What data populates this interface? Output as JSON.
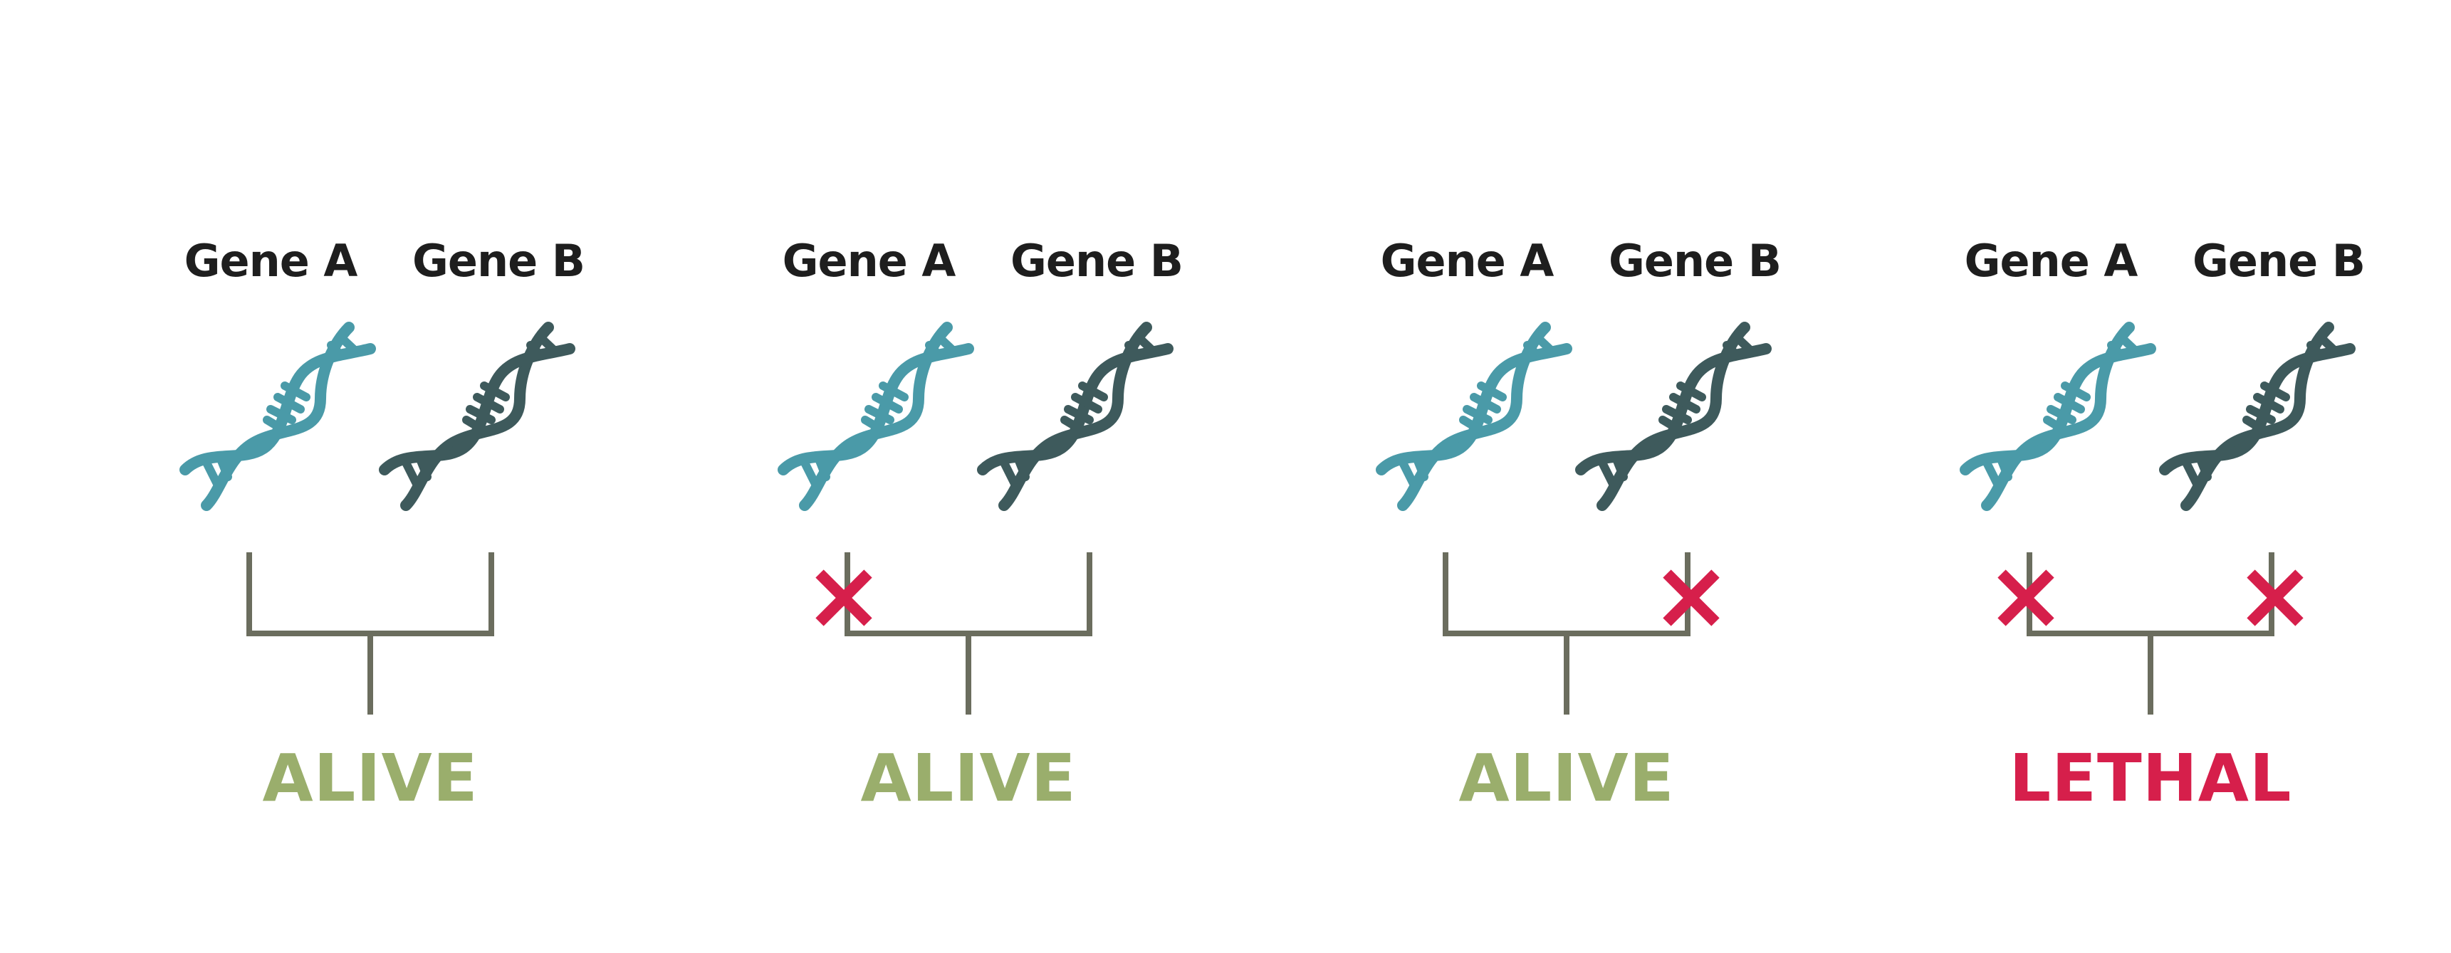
{
  "colors": {
    "gene_a": "#4a9aa8",
    "gene_b": "#3e5a5c",
    "bracket": "#6b6d5e",
    "knockout": "#d61f4b",
    "alive": "#9aae6c",
    "lethal": "#d61f4b"
  },
  "panels": [
    {
      "gene_a_label": "Gene A",
      "gene_b_label": "Gene B",
      "knockout_a": false,
      "knockout_b": false,
      "outcome": "ALIVE",
      "outcome_type": "alive"
    },
    {
      "gene_a_label": "Gene A",
      "gene_b_label": "Gene B",
      "knockout_a": true,
      "knockout_b": false,
      "outcome": "ALIVE",
      "outcome_type": "alive"
    },
    {
      "gene_a_label": "Gene A",
      "gene_b_label": "Gene B",
      "knockout_a": false,
      "knockout_b": true,
      "outcome": "ALIVE",
      "outcome_type": "alive"
    },
    {
      "gene_a_label": "Gene A",
      "gene_b_label": "Gene B",
      "knockout_a": true,
      "knockout_b": true,
      "outcome": "LETHAL",
      "outcome_type": "lethal"
    }
  ],
  "icons": {
    "dna": "dna-helix-icon",
    "knockout": "x-mark-icon"
  }
}
